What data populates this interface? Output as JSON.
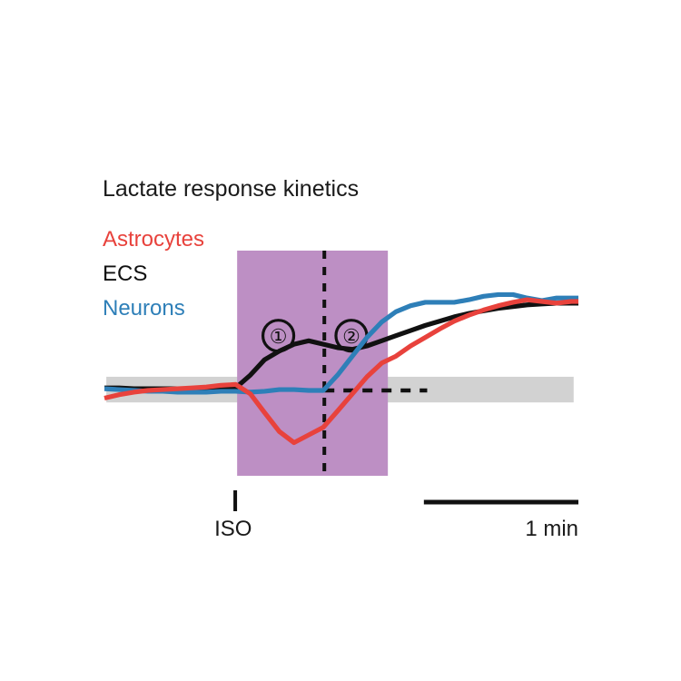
{
  "figure": {
    "title": "Lactate response kinetics",
    "background_color": "#ffffff"
  },
  "legend": {
    "position": "top-left",
    "entries": [
      {
        "label": "Astrocytes",
        "color": "#e8423c"
      },
      {
        "label": "ECS",
        "color": "#111111"
      },
      {
        "label": "Neurons",
        "color": "#2e7fb8"
      }
    ]
  },
  "annotations": {
    "stimulus_tick_label": "ISO",
    "scalebar_label": "1 min",
    "phase_one": "①",
    "phase_two": "②",
    "shaded_box_color": "#bd8fc4",
    "baseline_band_color": "#d2d2d2",
    "dashed_line_color": "#111111"
  },
  "chart_data": {
    "type": "line",
    "title": "Lactate response kinetics",
    "xlabel": "",
    "ylabel": "",
    "xlim": [
      0,
      100
    ],
    "ylim": [
      -100,
      100
    ],
    "grid": false,
    "legend_position": "top-left",
    "x_units": "arbitrary (scale bar = 1 min)",
    "y_units": "normalized lactate signal (arbitrary units, baseline = 0)",
    "scalebar": {
      "label": "1 min",
      "x_start": 67.4,
      "x_end": 100.0
    },
    "stimulus": {
      "label": "ISO",
      "x": 27.6
    },
    "shaded_regions": [
      {
        "name": "ISO application window",
        "color": "#bd8fc4",
        "x_start": 28.0,
        "x_end": 59.8,
        "phases": [
          {
            "label": "①",
            "x": 36.7,
            "y": 64.0
          },
          {
            "label": "②",
            "x": 52.1,
            "y": 64.0
          }
        ]
      },
      {
        "name": "baseline noise band",
        "color": "#d2d2d2",
        "y_start": -14.0,
        "y_end": 16.0,
        "x_start": 0.4,
        "x_end": 99.0
      }
    ],
    "reference_lines": [
      {
        "orientation": "vertical",
        "x": 46.4,
        "style": "dashed",
        "color": "#111111"
      },
      {
        "orientation": "horizontal",
        "y": 0.0,
        "x_start": 46.4,
        "x_end": 68.1,
        "style": "dashed",
        "color": "#111111"
      }
    ],
    "x": [
      0.0,
      3.1,
      6.2,
      9.2,
      12.3,
      15.4,
      18.5,
      21.5,
      24.6,
      27.7,
      30.8,
      33.8,
      36.9,
      40.0,
      43.1,
      46.2,
      49.2,
      52.3,
      55.4,
      58.5,
      61.5,
      64.6,
      67.7,
      70.8,
      73.8,
      76.9,
      80.0,
      83.1,
      86.2,
      89.2,
      92.3,
      95.4,
      98.5,
      100.0
    ],
    "series": [
      {
        "name": "Astrocytes",
        "color": "#e8423c",
        "values": [
          -9.0,
          -5.0,
          -2.0,
          0.0,
          1.0,
          2.0,
          3.0,
          4.0,
          6.0,
          7.0,
          -4.0,
          -26.0,
          -48.0,
          -61.0,
          -52.0,
          -43.0,
          -24.0,
          -4.0,
          16.0,
          32.0,
          40.0,
          52.0,
          62.0,
          72.0,
          81.0,
          88.0,
          94.0,
          99.0,
          103.0,
          106.0,
          104.0,
          102.0,
          104.0,
          104.0
        ]
      },
      {
        "name": "ECS",
        "color": "#111111",
        "values": [
          3.0,
          3.0,
          2.0,
          2.0,
          2.0,
          2.0,
          1.0,
          1.0,
          2.0,
          3.0,
          18.0,
          36.0,
          46.0,
          54.0,
          58.0,
          54.0,
          50.0,
          48.0,
          52.0,
          58.0,
          64.0,
          70.0,
          76.0,
          81.0,
          86.0,
          90.0,
          93.0,
          96.0,
          98.0,
          100.0,
          101.0,
          102.0,
          102.0,
          102.0
        ]
      },
      {
        "name": "Neurons",
        "color": "#2e7fb8",
        "values": [
          2.0,
          1.0,
          0.0,
          -1.0,
          -1.0,
          -2.0,
          -2.0,
          -2.0,
          -1.0,
          -1.0,
          -2.0,
          -1.0,
          1.0,
          1.0,
          0.0,
          0.0,
          18.0,
          40.0,
          62.0,
          80.0,
          92.0,
          99.0,
          103.0,
          103.0,
          103.0,
          106.0,
          110.0,
          112.0,
          112.0,
          108.0,
          105.0,
          108.0,
          108.0,
          108.0
        ]
      }
    ]
  }
}
